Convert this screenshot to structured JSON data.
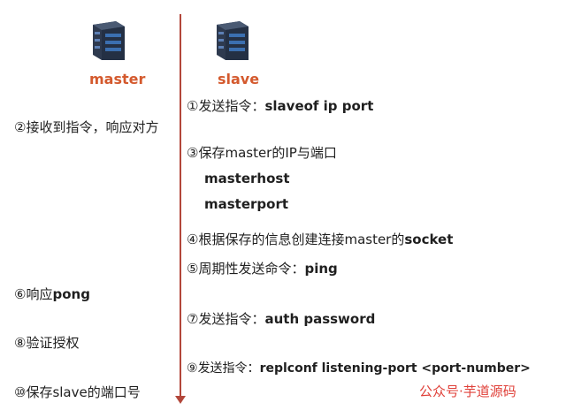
{
  "nodes": {
    "master": {
      "label": "master",
      "icon": "server-icon"
    },
    "slave": {
      "label": "slave",
      "icon": "server-icon"
    }
  },
  "colors": {
    "node_label": "#d45a2e",
    "timeline": "#b2463a",
    "watermark": "#e0413a"
  },
  "steps": [
    {
      "num": "①",
      "text": "发送指令：",
      "bold": "slaveof  ip  port",
      "after": ""
    },
    {
      "num": "②",
      "text": "接收到指令，响应对方",
      "bold": "",
      "after": ""
    },
    {
      "num": "③",
      "text": "保存master的IP与端口",
      "bold": "",
      "after": "",
      "subs": [
        "masterhost",
        "masterport"
      ]
    },
    {
      "num": "④",
      "text": "根据保存的信息创建连接master的",
      "bold": "socket",
      "after": ""
    },
    {
      "num": "⑤",
      "text": "周期性发送命令：",
      "bold": "ping",
      "after": ""
    },
    {
      "num": "⑥",
      "text": "响应",
      "bold": "pong",
      "after": ""
    },
    {
      "num": "⑦",
      "text": "发送指令：",
      "bold": "auth  password",
      "after": ""
    },
    {
      "num": "⑧",
      "text": "验证授权",
      "bold": "",
      "after": ""
    },
    {
      "num": "⑨",
      "text": "发送指令：",
      "bold": "replconf listening-port <port-number>",
      "after": ""
    },
    {
      "num": "⑩",
      "text": "保存slave的端口号",
      "bold": "",
      "after": ""
    }
  ],
  "watermark": "公众号·芋道源码"
}
